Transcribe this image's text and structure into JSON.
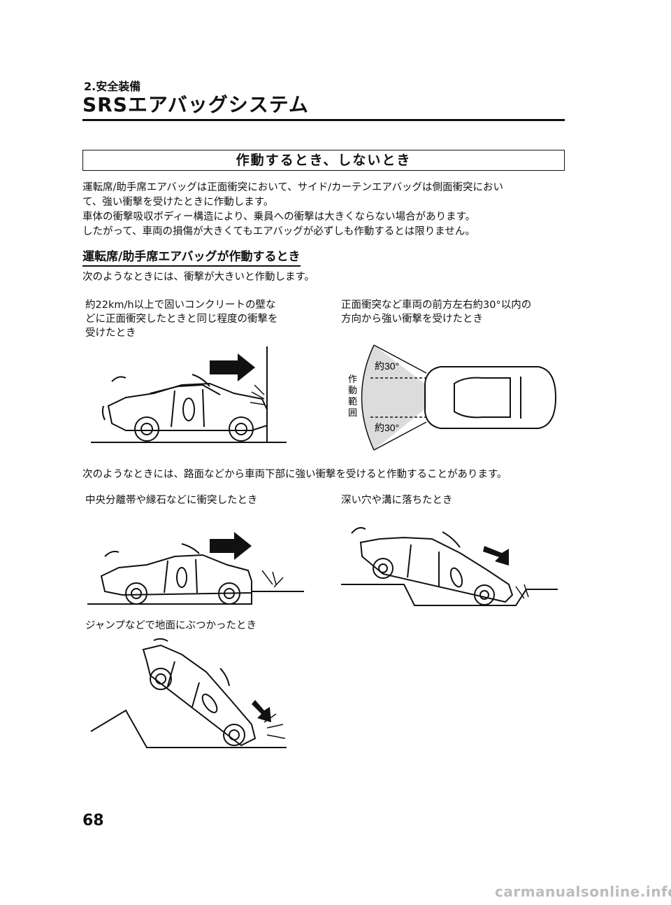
{
  "header": {
    "section": "2.安全装備",
    "title": "SRSエアバッグシステム"
  },
  "heading": "作動するとき、しないとき",
  "intro": [
    "運転席/助手席エアバッグは正面衝突において、サイド/カーテンエアバッグは側面衝突におい",
    "て、強い衝撃を受けたときに作動します。",
    "車体の衝撃吸収ボディー構造により、乗員への衝撃は大きくならない場合があります。",
    "したがって、車両の損傷が大きくてもエアバッグが必ずしも作動するとは限りません。"
  ],
  "subheading": "運転席/助手席エアバッグが作動するとき",
  "para1": "次のようなときには、衝撃が大きいと作動します。",
  "case_wall": {
    "lines": [
      "約22km/h以上で固いコンクリートの壁な",
      "どに正面衝突したときと同じ程度の衝撃を",
      "受けたとき"
    ]
  },
  "case_angle": {
    "lines": [
      "正面衝突など車両の前方左右約30°以内の",
      "方向から強い衝撃を受けたとき"
    ],
    "angle_top": "約30°",
    "angle_bottom": "約30°",
    "range_label": [
      "作",
      "動",
      "範",
      "囲"
    ]
  },
  "para2": "次のようなときには、路面などから車両下部に強い衝撃を受けると作動することがあります。",
  "case_median": "中央分離帯や縁石などに衝突したとき",
  "case_pit": "深い穴や溝に落ちたとき",
  "case_jump": "ジャンプなどで地面にぶつかったとき",
  "page_number": "68",
  "watermark": "carmanualsonline.info",
  "colors": {
    "ink": "#111111",
    "range_fill": "#dcdcdc",
    "watermark": "#bcbcbc"
  }
}
